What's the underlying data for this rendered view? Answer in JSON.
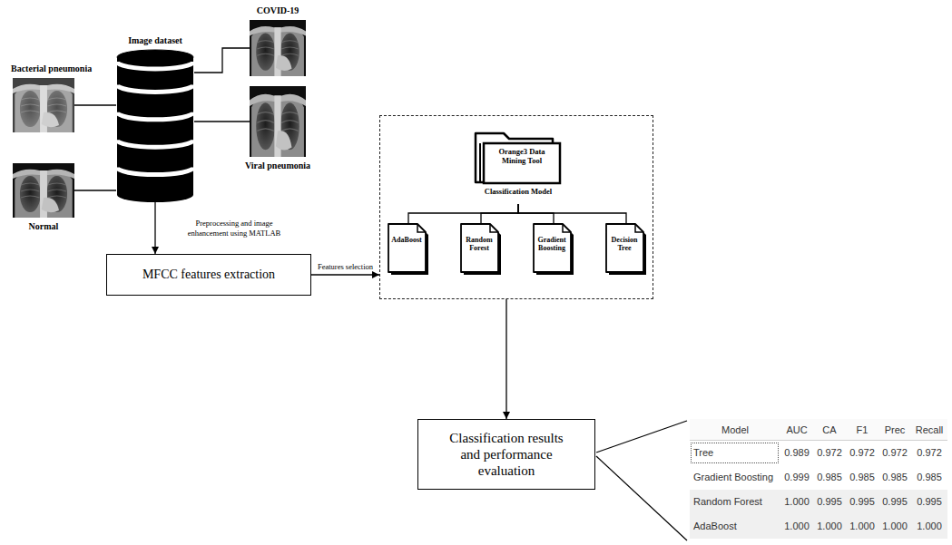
{
  "diagram": {
    "nodes": [
      {
        "text": [
          "Bacterial pneumonia"
        ]
      },
      {
        "text": [
          "Image dataset"
        ]
      },
      {
        "text": [
          "COVID-19"
        ]
      },
      {
        "text": [
          "Viral pneumonia"
        ]
      },
      {
        "text": [
          "Normal"
        ]
      },
      {
        "text": [
          "MFCC features extraction"
        ]
      },
      {
        "text": []
      },
      {
        "text": [
          "Orange3 Data Mining Tool",
          "Classification Model"
        ],
        "in": 6
      },
      {
        "text": [
          "AdaBoost"
        ],
        "in": 6
      },
      {
        "text": [
          "Random Forest"
        ],
        "in": 6
      },
      {
        "text": [
          "Gradient Boosting"
        ],
        "in": 6
      },
      {
        "text": [
          "Decision Tree"
        ],
        "in": 6
      },
      {
        "text": [
          "Classification results and performance evaluation"
        ]
      }
    ],
    "edges": [
      {
        "from": 0,
        "to": 1,
        "arrow": "none"
      },
      {
        "from": 4,
        "to": 1,
        "arrow": "none"
      },
      {
        "from": 1,
        "to": 2,
        "arrow": "none"
      },
      {
        "from": 1,
        "to": 3,
        "arrow": "none"
      },
      {
        "from": 1,
        "to": 5,
        "label": "Preprocessing and image enhancement using MATLAB",
        "arrow": "to"
      },
      {
        "from": 5,
        "to": 6,
        "label": "Features selection",
        "arrow": "to"
      },
      {
        "from": 7,
        "to": 8,
        "arrow": "none"
      },
      {
        "from": 7,
        "to": 9,
        "arrow": "none"
      },
      {
        "from": 7,
        "to": 10,
        "arrow": "none"
      },
      {
        "from": 7,
        "to": 11,
        "arrow": "none"
      },
      {
        "from": 6,
        "to": 12,
        "arrow": "to"
      }
    ],
    "labels": [
      "Model",
      "AUC",
      "CA",
      "F1",
      "Prec",
      "Recall",
      "Tree",
      "0.989",
      "0.972",
      "0.972",
      "0.972",
      "0.972",
      "Gradient Boosting",
      "0.999",
      "0.985",
      "0.985",
      "0.985",
      "0.985",
      "Random Forest",
      "1.000",
      "0.995",
      "0.995",
      "0.995",
      "0.995",
      "AdaBoost",
      "1.000",
      "1.000",
      "1.000",
      "1.000",
      "1.000"
    ]
  }
}
